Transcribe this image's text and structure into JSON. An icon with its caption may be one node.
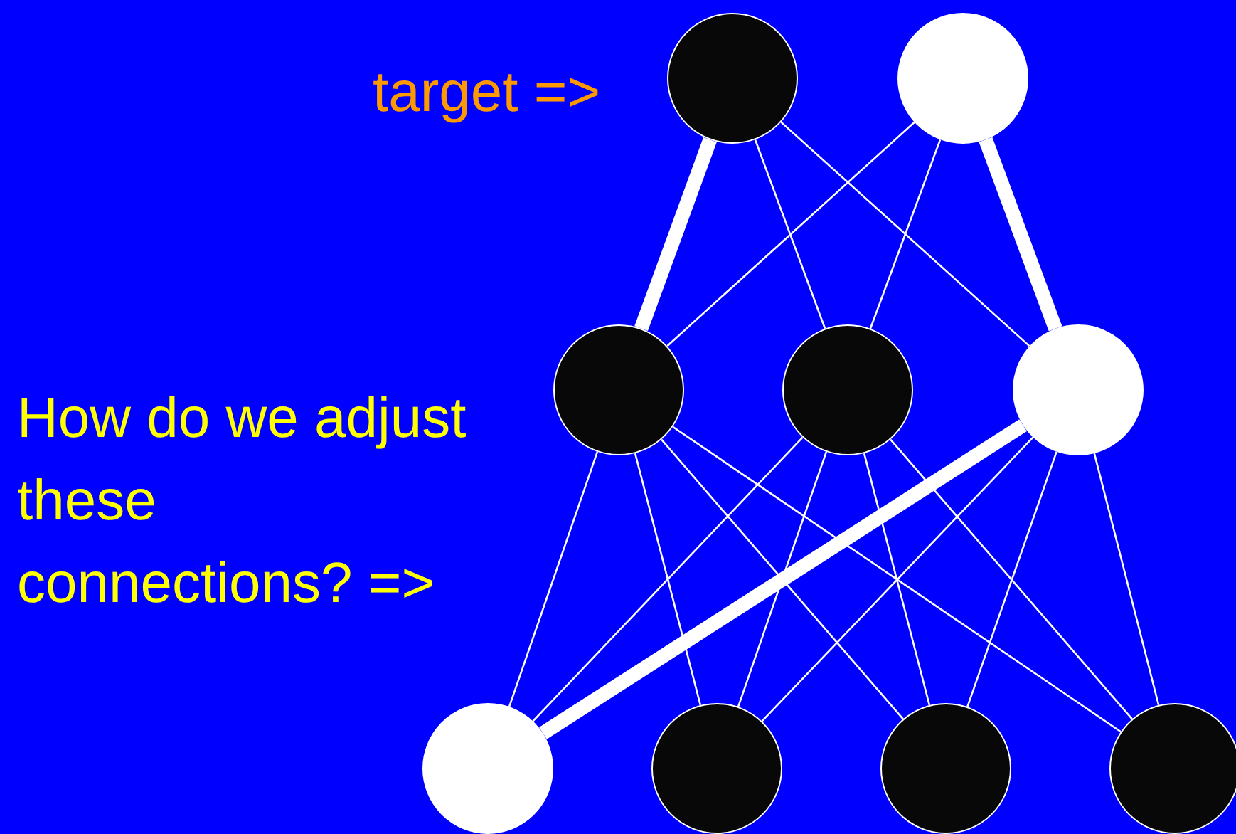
{
  "diagram": {
    "nodes": [
      {
        "text": [],
        "shape": "circle"
      },
      {
        "text": [],
        "shape": "circle"
      },
      {
        "text": [],
        "shape": "circle"
      },
      {
        "text": [],
        "shape": "circle"
      },
      {
        "text": [],
        "shape": "circle"
      },
      {
        "text": [],
        "shape": "circle"
      },
      {
        "text": [],
        "shape": "circle"
      },
      {
        "text": [],
        "shape": "circle"
      },
      {
        "text": [],
        "shape": "circle"
      }
    ],
    "edges": [
      {
        "from": 0,
        "to": 2,
        "arrow": "none",
        "style": "thick"
      },
      {
        "from": 0,
        "to": 3,
        "arrow": "none"
      },
      {
        "from": 0,
        "to": 4,
        "arrow": "none"
      },
      {
        "from": 1,
        "to": 2,
        "arrow": "none"
      },
      {
        "from": 1,
        "to": 3,
        "arrow": "none"
      },
      {
        "from": 1,
        "to": 4,
        "arrow": "none",
        "style": "thick"
      },
      {
        "from": 2,
        "to": 5,
        "arrow": "none"
      },
      {
        "from": 2,
        "to": 6,
        "arrow": "none"
      },
      {
        "from": 2,
        "to": 7,
        "arrow": "none"
      },
      {
        "from": 2,
        "to": 8,
        "arrow": "none"
      },
      {
        "from": 3,
        "to": 5,
        "arrow": "none"
      },
      {
        "from": 3,
        "to": 6,
        "arrow": "none"
      },
      {
        "from": 3,
        "to": 7,
        "arrow": "none"
      },
      {
        "from": 3,
        "to": 8,
        "arrow": "none"
      },
      {
        "from": 4,
        "to": 5,
        "arrow": "none",
        "style": "thick"
      },
      {
        "from": 4,
        "to": 6,
        "arrow": "none"
      },
      {
        "from": 4,
        "to": 7,
        "arrow": "none"
      },
      {
        "from": 4,
        "to": 8,
        "arrow": "none"
      }
    ],
    "labels": [
      "target =>",
      "How do we adjust these connections? =>"
    ]
  }
}
